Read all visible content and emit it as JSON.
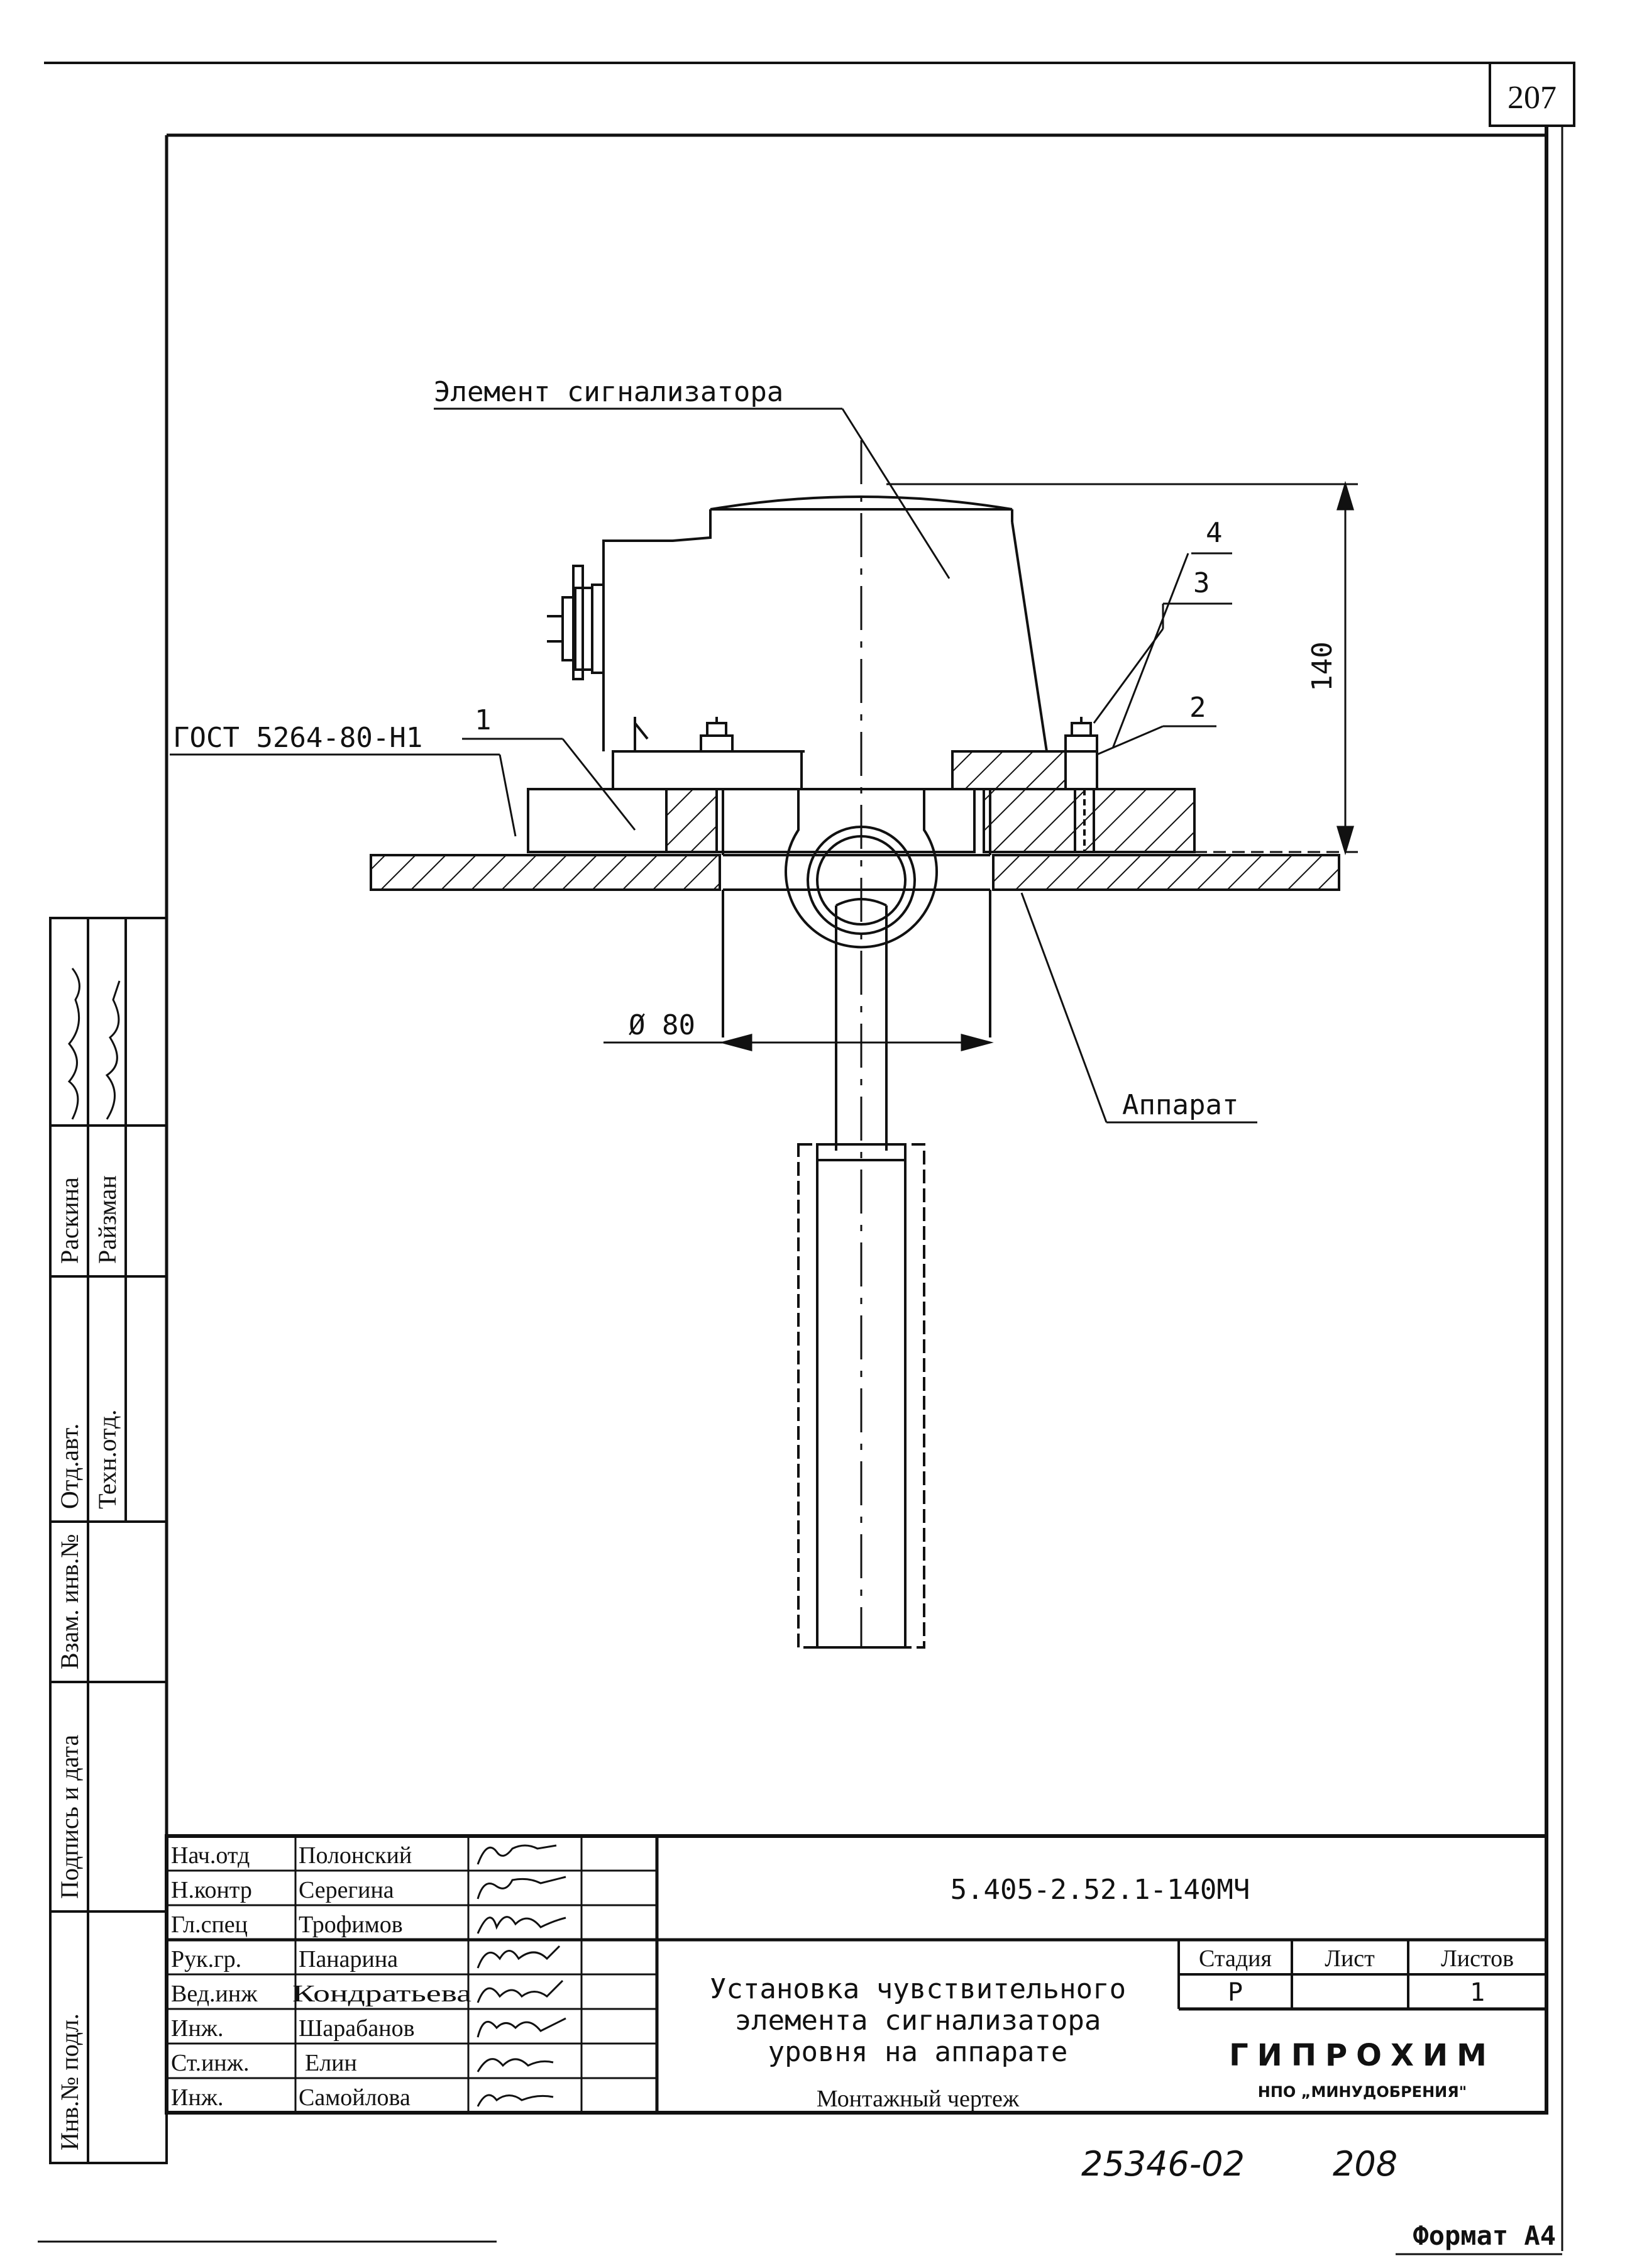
{
  "page_number": "207",
  "drawing": {
    "element_label": "Элемент сигнализатора",
    "gost_label": "ГОСТ 5264-80-Н1",
    "apparatus_label": "Аппарат",
    "diameter_label": "Ø 80",
    "height_dim": "140",
    "callouts": [
      "1",
      "2",
      "3",
      "4"
    ]
  },
  "side_strip": {
    "col1": [
      "Отд.авт.",
      "Раскина"
    ],
    "col2": [
      "Техн.отд.",
      "Райзман"
    ],
    "stamps": [
      "Инв.№ подл.",
      "Подпись и дата",
      "Взам. инв.№"
    ]
  },
  "title_block": {
    "roles": [
      "Нач.отд",
      "Н.контр",
      "Гл.спец",
      "Рук.гр.",
      "Вед.инж",
      "Инж.",
      "Ст.инж.",
      "Инж."
    ],
    "names": [
      "Полонский",
      "Серегина",
      "Трофимов",
      "Панарина",
      "Кондратьева",
      "Шарабанов",
      "Елин",
      "Самойлова"
    ],
    "doc_code": "5.405-2.52.1-140МЧ",
    "title_lines": [
      "Установка чувствительного",
      "элемента сигнализатора",
      "уровня на аппарате"
    ],
    "doc_type": "Монтажный чертеж",
    "stage_header": "Стадия",
    "sheet_header": "Лист",
    "sheets_header": "Листов",
    "stage_value": "Р",
    "sheet_value": "",
    "sheets_value": "1",
    "org_name": "ГИПРОХИМ",
    "org_sub": "НПО „МИНУДОБРЕНИЯ\""
  },
  "footer": {
    "handwritten_number": "25346-02",
    "handwritten_page": "208",
    "format": "Формат А4"
  }
}
